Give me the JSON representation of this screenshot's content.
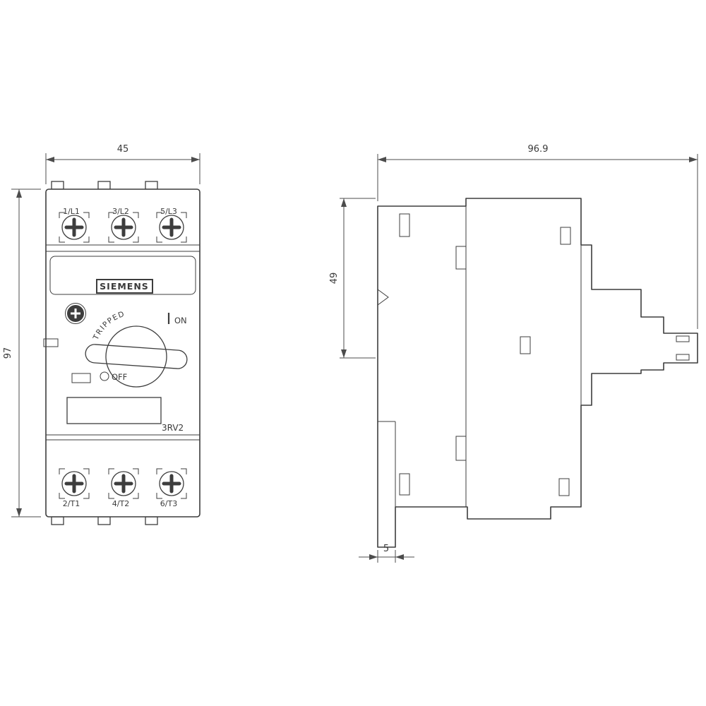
{
  "drawing": {
    "front": {
      "dim_width": "45",
      "dim_height": "97",
      "brand": "SIEMENS",
      "model": "3RV2",
      "tripped_label": "TRIPPED",
      "on_label": "ON",
      "off_label": "OFF",
      "terminals_top": [
        "1/L1",
        "3/L2",
        "5/L3"
      ],
      "terminals_bottom": [
        "2/T1",
        "4/T2",
        "6/T3"
      ]
    },
    "side": {
      "dim_depth": "96.9",
      "dim_upper_height": "49",
      "dim_rail_offset": "5"
    },
    "colors": {
      "line": "#3d3d3d",
      "background": "#ffffff"
    }
  }
}
